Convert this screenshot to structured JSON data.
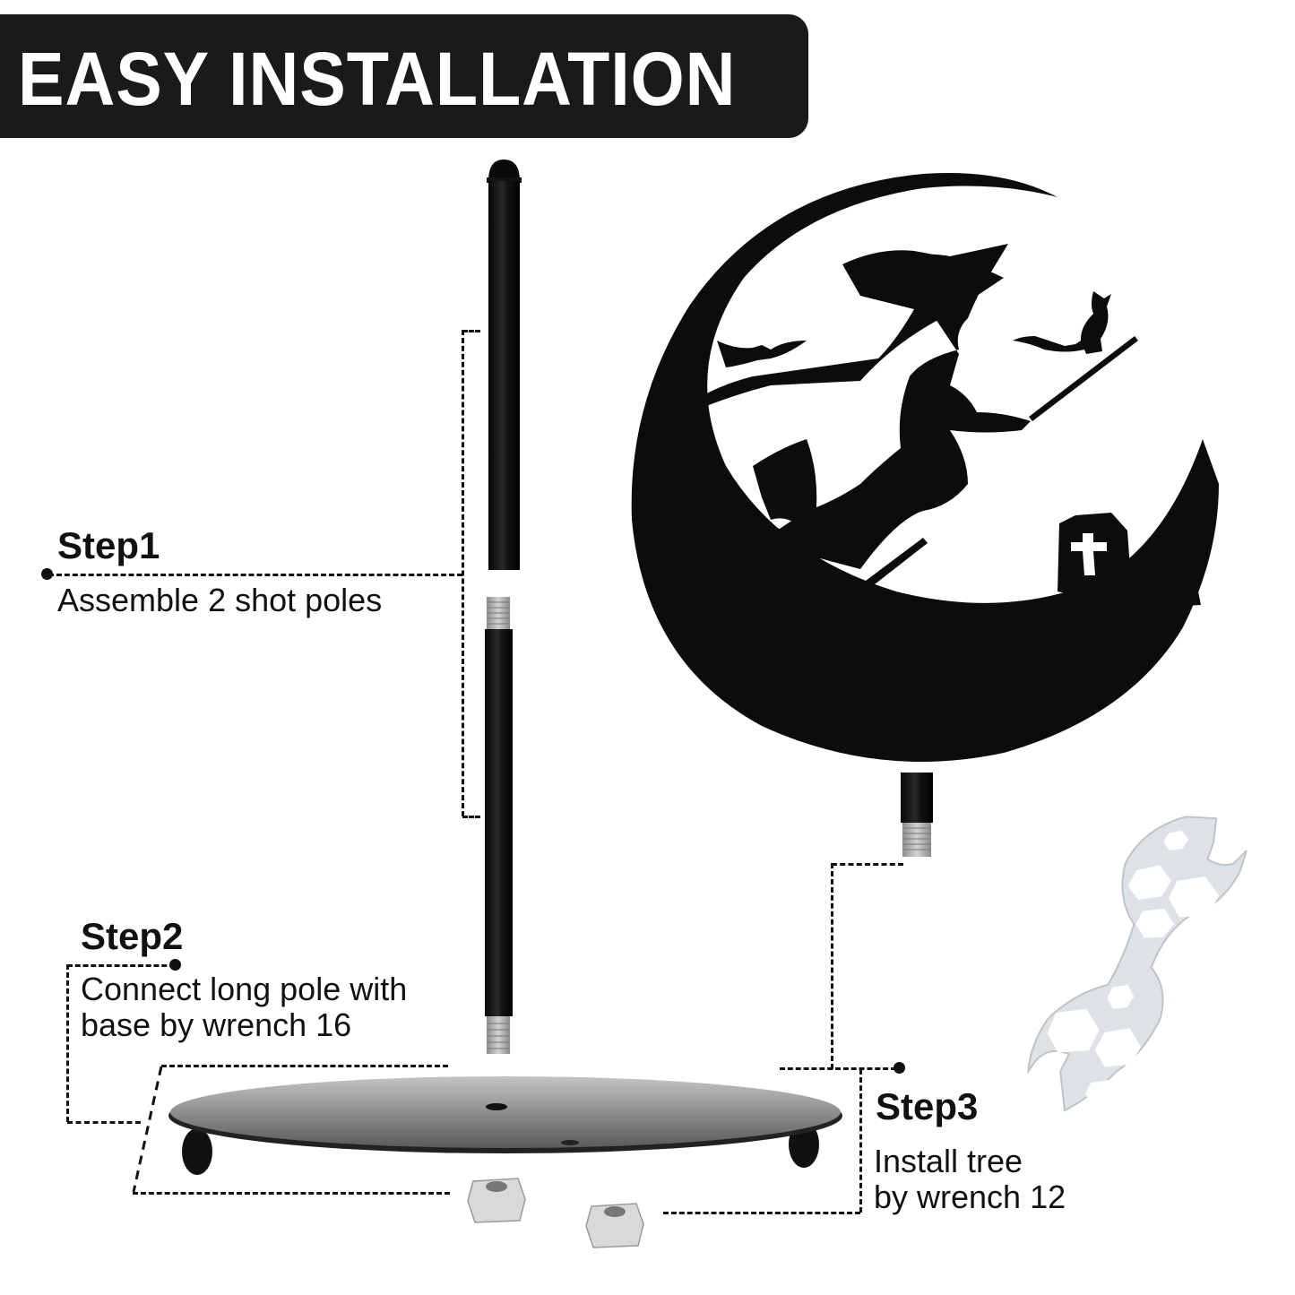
{
  "banner": {
    "title": "EASY INSTALLATION",
    "background_color": "#1a1a1a",
    "text_color": "#ffffff"
  },
  "steps": [
    {
      "title": "Step1",
      "description_lines": [
        "Assemble 2 shot poles"
      ]
    },
    {
      "title": "Step2",
      "description_lines": [
        "Connect long pole with",
        "base by wrench 16"
      ]
    },
    {
      "title": "Step3",
      "description_lines": [
        "Install tree",
        "by wrench 12"
      ]
    }
  ],
  "parts": {
    "top_pole": "short-pole-with-cap",
    "bottom_pole": "short-pole-threaded-both-ends",
    "ornament": "crescent-moon-witch-silhouette",
    "ornament_stem": "threaded-stem",
    "base": "round-base-plate-with-feet",
    "nuts": [
      "hex-nut",
      "hex-nut"
    ],
    "tool": "multi-hex-wrench"
  },
  "colors": {
    "metal_black": "#111111",
    "thread_silver": "#b8b8b8",
    "wrench_silver": "#dfe3e6",
    "base_gray": "#8a8a8a"
  }
}
